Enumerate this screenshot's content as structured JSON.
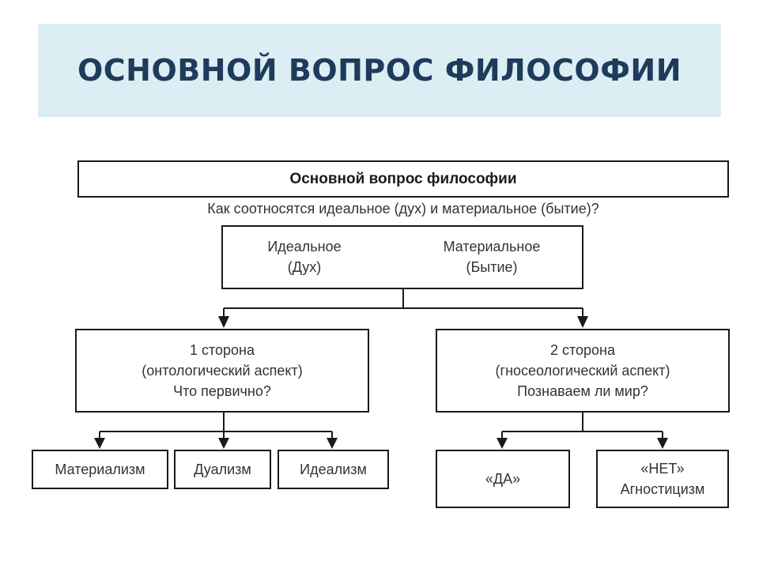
{
  "slide": {
    "title": "ОСНОВНОЙ ВОПРОС ФИЛОСОФИИ"
  },
  "diagram": {
    "header": "Основной вопрос философии",
    "question": "Как соотносятся идеальное (дух) и материальное (бытие)?",
    "center": {
      "left_line1": "Идеальное",
      "left_line2": "(Дух)",
      "right_line1": "Материальное",
      "right_line2": "(Бытие)"
    },
    "side1": {
      "line1": "1 сторона",
      "line2": "(онтологический аспект)",
      "line3": "Что первично?"
    },
    "side2": {
      "line1": "2 сторона",
      "line2": "(гносеологический аспект)",
      "line3": "Познаваем ли мир?"
    },
    "leaves1": [
      "Материализм",
      "Дуализм",
      "Идеализм"
    ],
    "leaves2": {
      "yes": "«ДА»",
      "no_line1": "«НЕТ»",
      "no_line2": "Агностицизм"
    }
  }
}
